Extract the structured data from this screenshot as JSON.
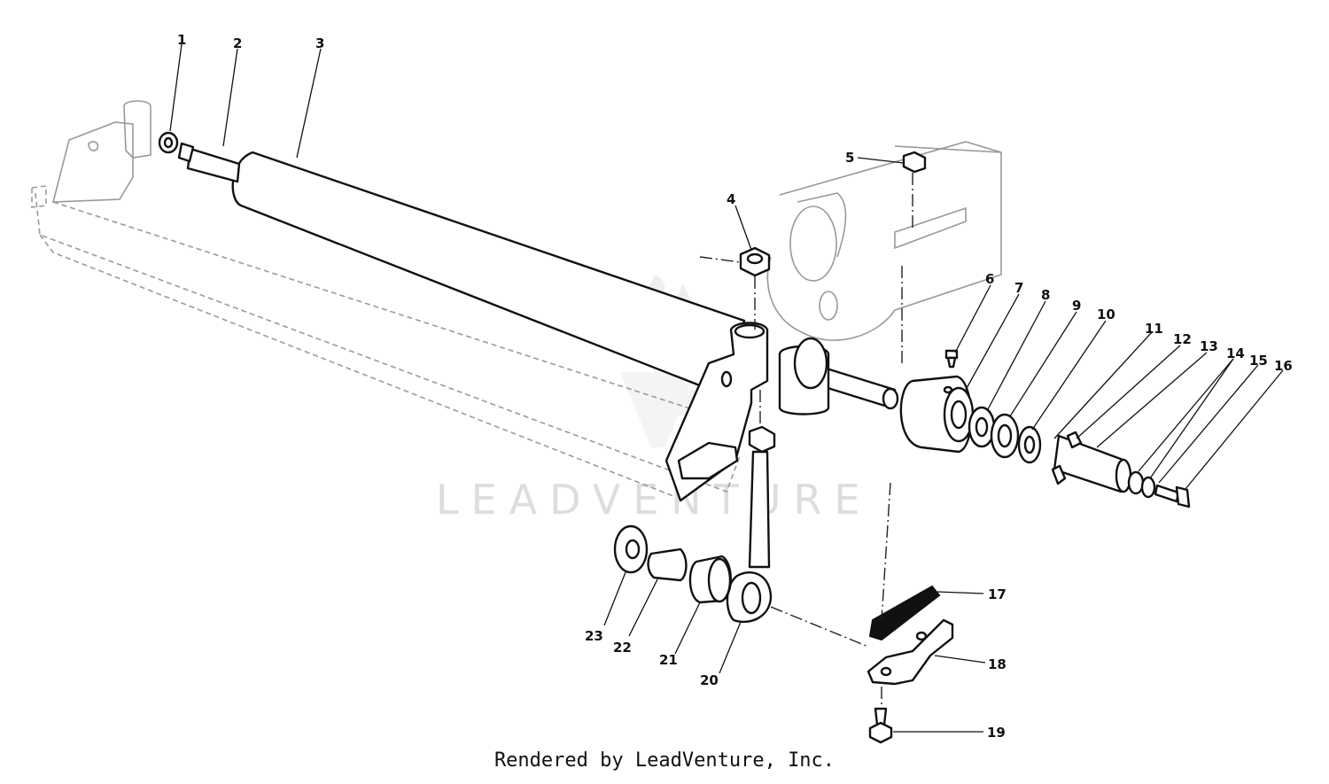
{
  "watermark": {
    "text": "LEADVENTURE"
  },
  "callouts": [
    "1",
    "2",
    "3",
    "4",
    "5",
    "6",
    "7",
    "8",
    "9",
    "10",
    "11",
    "12",
    "13",
    "14",
    "15",
    "16",
    "17",
    "18",
    "19",
    "20",
    "21",
    "22",
    "23"
  ],
  "footer": {
    "text": "Rendered by LeadVenture, Inc."
  }
}
